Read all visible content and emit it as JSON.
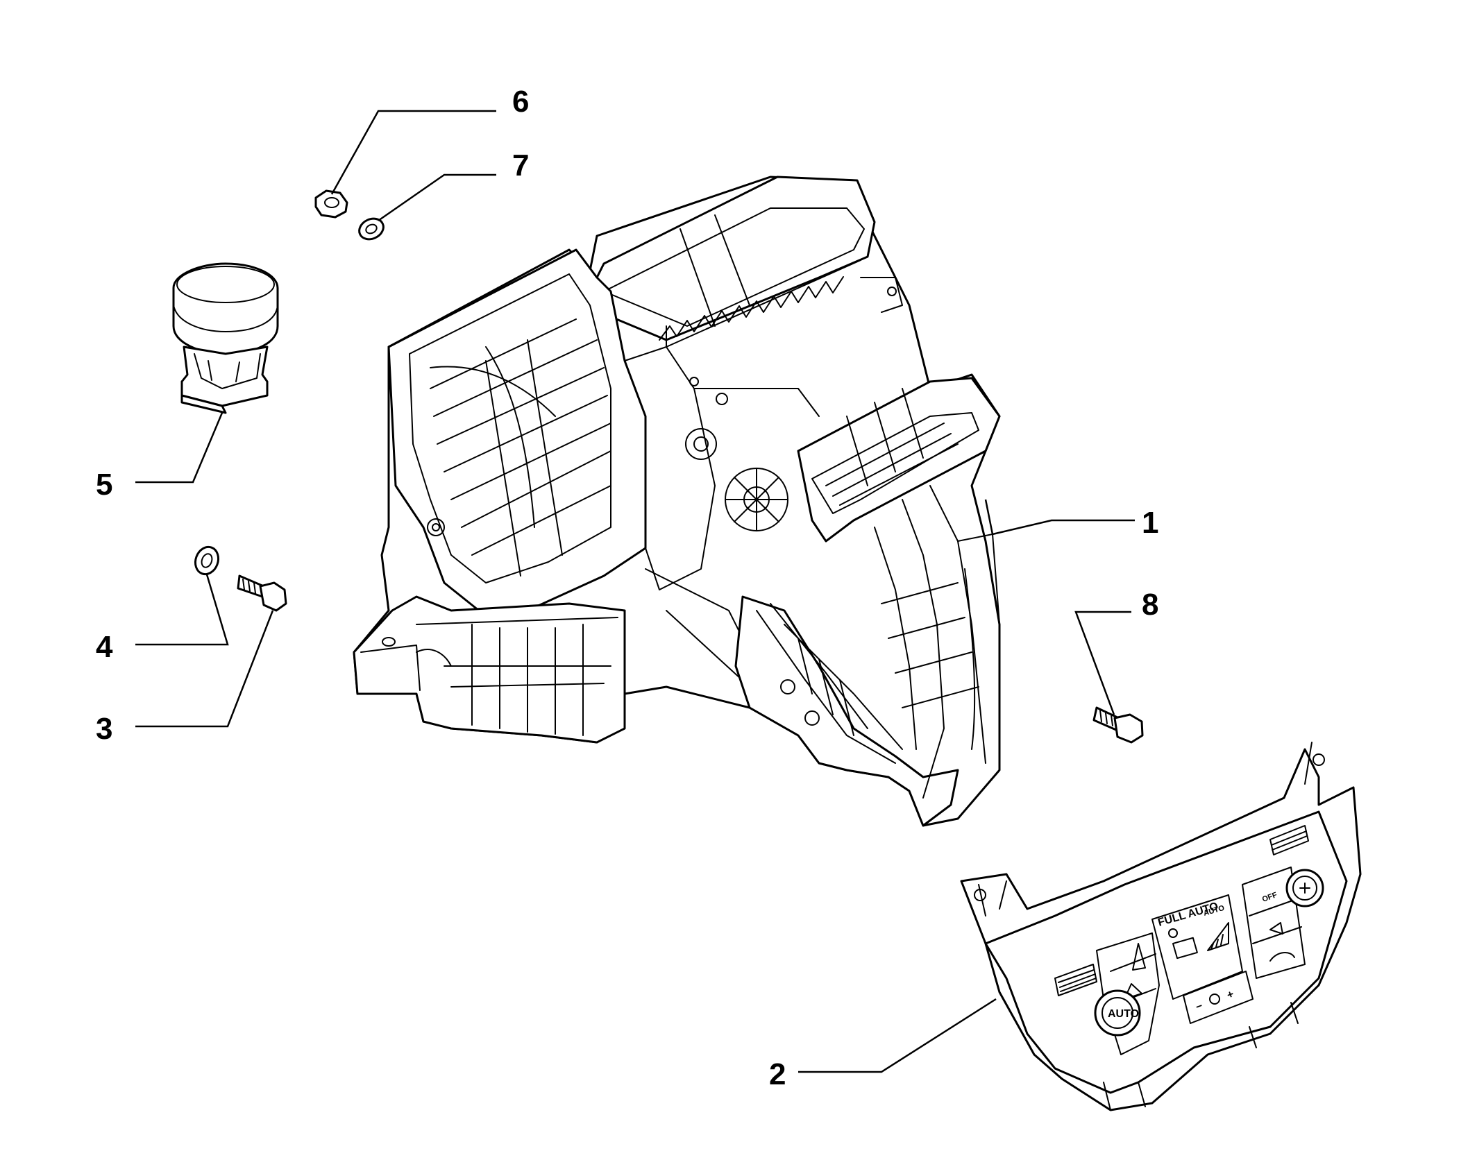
{
  "diagram": {
    "callouts": [
      {
        "id": "1",
        "label": "1",
        "part": "hvac-housing"
      },
      {
        "id": "2",
        "label": "2",
        "part": "climate-control-panel"
      },
      {
        "id": "3",
        "label": "3",
        "part": "bolt"
      },
      {
        "id": "4",
        "label": "4",
        "part": "washer"
      },
      {
        "id": "5",
        "label": "5",
        "part": "actuator"
      },
      {
        "id": "6",
        "label": "6",
        "part": "nut"
      },
      {
        "id": "7",
        "label": "7",
        "part": "washer"
      },
      {
        "id": "8",
        "label": "8",
        "part": "bolt"
      }
    ],
    "panel_text": {
      "full_auto": "FULL AUTO",
      "auto_button": "AUTO",
      "off_button": "OFF",
      "auto_icon_text": "AUTO"
    }
  }
}
